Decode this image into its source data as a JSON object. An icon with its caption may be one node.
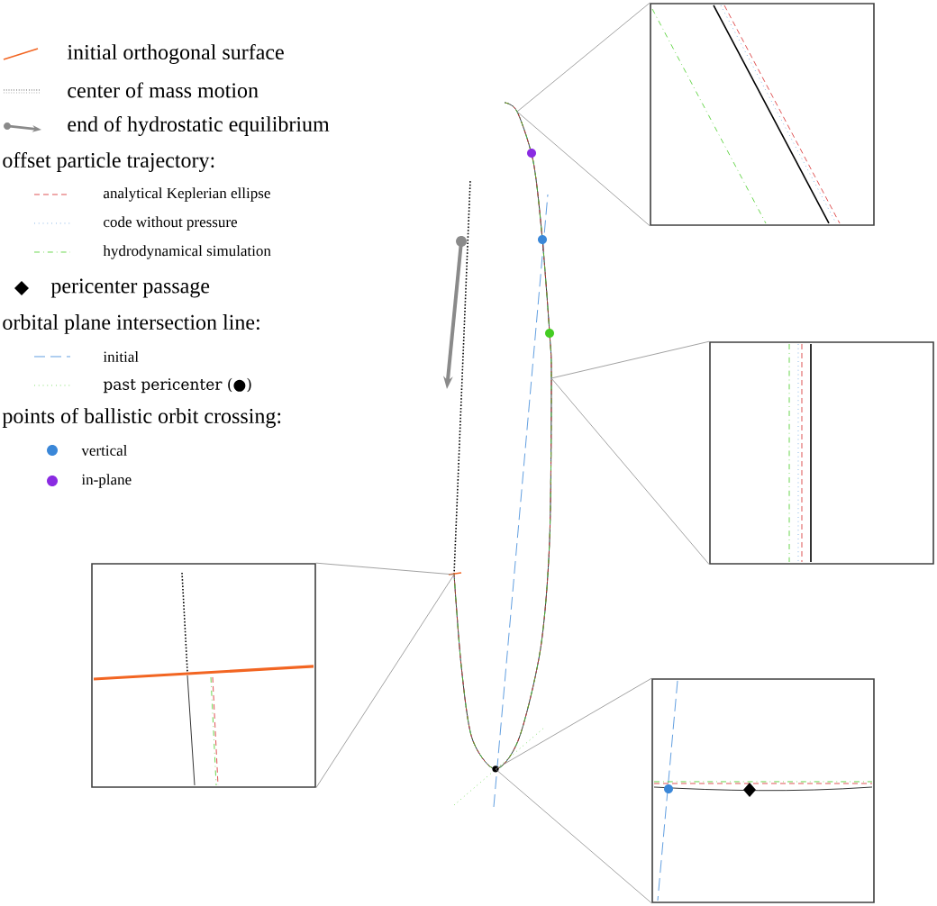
{
  "diagram": {
    "nodes": [
      {
        "text": [],
        "shape": "box"
      },
      {
        "text": [],
        "shape": "box"
      },
      {
        "text": [],
        "shape": "box"
      },
      {
        "text": [],
        "shape": "box"
      }
    ],
    "labels": [
      "offset particle trajectory:",
      "orbital plane intersection line:",
      "points of ballistic orbit crossing:"
    ],
    "legend": [
      {
        "text": "initial orthogonal surface"
      },
      {
        "text": "center of mass motion"
      },
      {
        "text": "end of hydrostatic equilibrium"
      },
      {
        "text": "analytical Keplerian ellipse"
      },
      {
        "text": "code without pressure"
      },
      {
        "text": "hydrodynamical simulation"
      },
      {
        "text": "pericenter passage"
      },
      {
        "text": "initial"
      },
      {
        "text": "past pericenter (●)"
      },
      {
        "text": "vertical"
      },
      {
        "text": "in-plane"
      }
    ]
  }
}
